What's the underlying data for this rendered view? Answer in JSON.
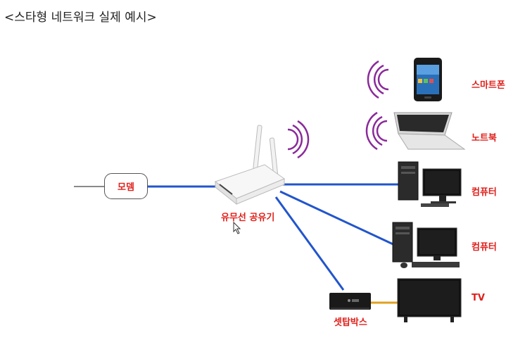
{
  "title": "<스타형 네트워크 실제 예시>",
  "nodes": {
    "modem": "모뎀",
    "router": "유무선 공유기",
    "smartphone": "스마트폰",
    "laptop": "노트북",
    "computer1": "컴퓨터",
    "computer2": "컴퓨터",
    "settop": "셋탑박스",
    "tv": "TV"
  },
  "colors": {
    "wired_link": "#2255cc",
    "label": "#e0201b",
    "wifi_wave": "#8a2a9a",
    "hdmi": "#e0a020"
  },
  "icons": [
    "router-icon",
    "smartphone-icon",
    "laptop-icon",
    "desktop-computer-icon",
    "settop-box-icon",
    "tv-icon",
    "wifi-signal-icon",
    "mouse-cursor-icon"
  ]
}
